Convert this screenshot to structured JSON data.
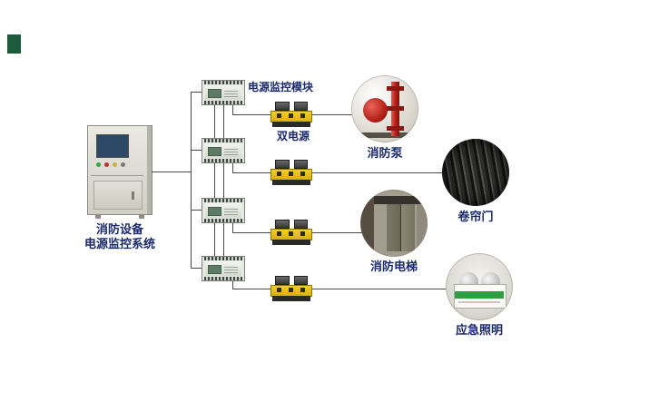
{
  "diagram": {
    "system_label_line1": "消防设备",
    "system_label_line2": "电源监控系统",
    "module_label": "电源监控模块",
    "ats_label": "双电源",
    "targets": [
      {
        "photo": "fire-pump-photo",
        "label": "消防泵"
      },
      {
        "photo": "roll-shutter-door-photo",
        "label": "卷帘门"
      },
      {
        "photo": "fire-elevator-photo",
        "label": "消防电梯"
      },
      {
        "photo": "emergency-light-photo",
        "label": "应急照明"
      }
    ]
  },
  "colors": {
    "label_text": "#1b2a6b",
    "wire": "#4a4a4a",
    "accent_block_green": "#1e5b3c",
    "ats_yellow": "#e8c41c",
    "pump_red": "#b01c14",
    "emergency_green": "#2f9e44",
    "cabinet_screen_blue": "#2c4a66"
  }
}
